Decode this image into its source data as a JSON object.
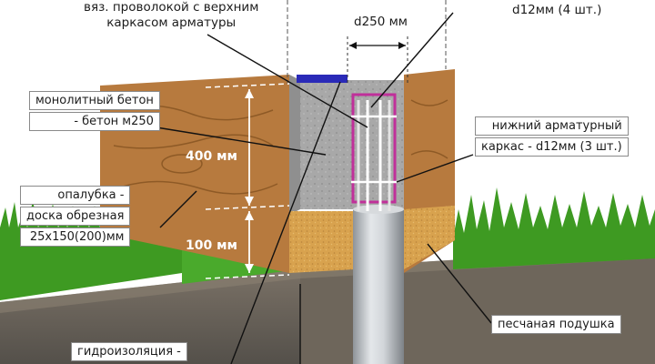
{
  "labels": {
    "top_left": [
      "вяз. проволокой с верхним",
      "каркасом арматуры"
    ],
    "top_right": "d12мм (4 шт.)",
    "diameter": "d250 мм",
    "concrete": [
      "монолитный бетон",
      "- бетон м250"
    ],
    "lower_frame": [
      "нижний арматурный",
      "каркас - d12мм (3 шт.)"
    ],
    "formwork": [
      "опалубка -",
      "доска обрезная",
      "25х150(200)мм"
    ],
    "sand": "песчаная подушка",
    "waterproofing": "гидроизоляция -"
  },
  "dimensions": {
    "upper": "400 мм",
    "lower": "100 мм"
  },
  "colors": {
    "wood": "#b77a3e",
    "concrete": "#a9a9a9",
    "pipe": "#c8ccd0",
    "soil": "#6b6358",
    "grass": "#3e9a22",
    "frame": "#c0309a",
    "cap": "#2a2ab8"
  }
}
